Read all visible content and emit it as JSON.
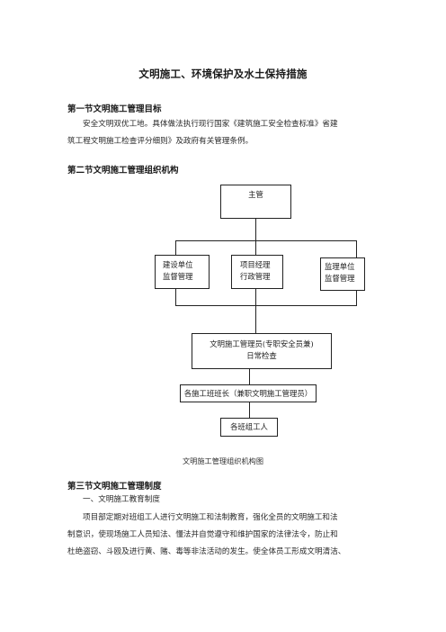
{
  "title": "文明施工、环境保护及水土保持措施",
  "section1": {
    "heading": "第一节文明施工管理目标",
    "lines": [
      "安全文明双优工地。具体做法执行现行国家《建筑施工安全检查标准》省建",
      "筑工程文明施工检查评分细则》及政府有关管理条例。"
    ]
  },
  "section2": {
    "heading": "第二节文明施工管理组织机构"
  },
  "org_chart": {
    "top": "主管",
    "left_l1": "建设单位",
    "left_l2": "监督管理",
    "mid_l1": "项目经理",
    "mid_l2": "行政管理",
    "right_l1": "监理单位",
    "right_l2": "监督管理",
    "officer_l1": "文明施工管理员(专职安全员兼)",
    "officer_l2": "日常检查",
    "leaders": "各施工班班长（兼职文明施工管理员）",
    "workers": "各班组工人",
    "caption": "文明施工管理组织机构图"
  },
  "section3": {
    "heading": "第三节文明施工管理制度",
    "sub": "一、文明施工教育制度",
    "lines": [
      "项目部定期对班组工人进行文明施工和法制教育，强化全员的文明施工和法",
      "制意识，使现场施工人员知法、懂法并自觉遵守和维护国家的法律法令，防止和",
      "杜绝盗窃、斗殴及进行黄、赌、毒等非法活动的发生。使全体员工形成文明清洁、"
    ]
  }
}
